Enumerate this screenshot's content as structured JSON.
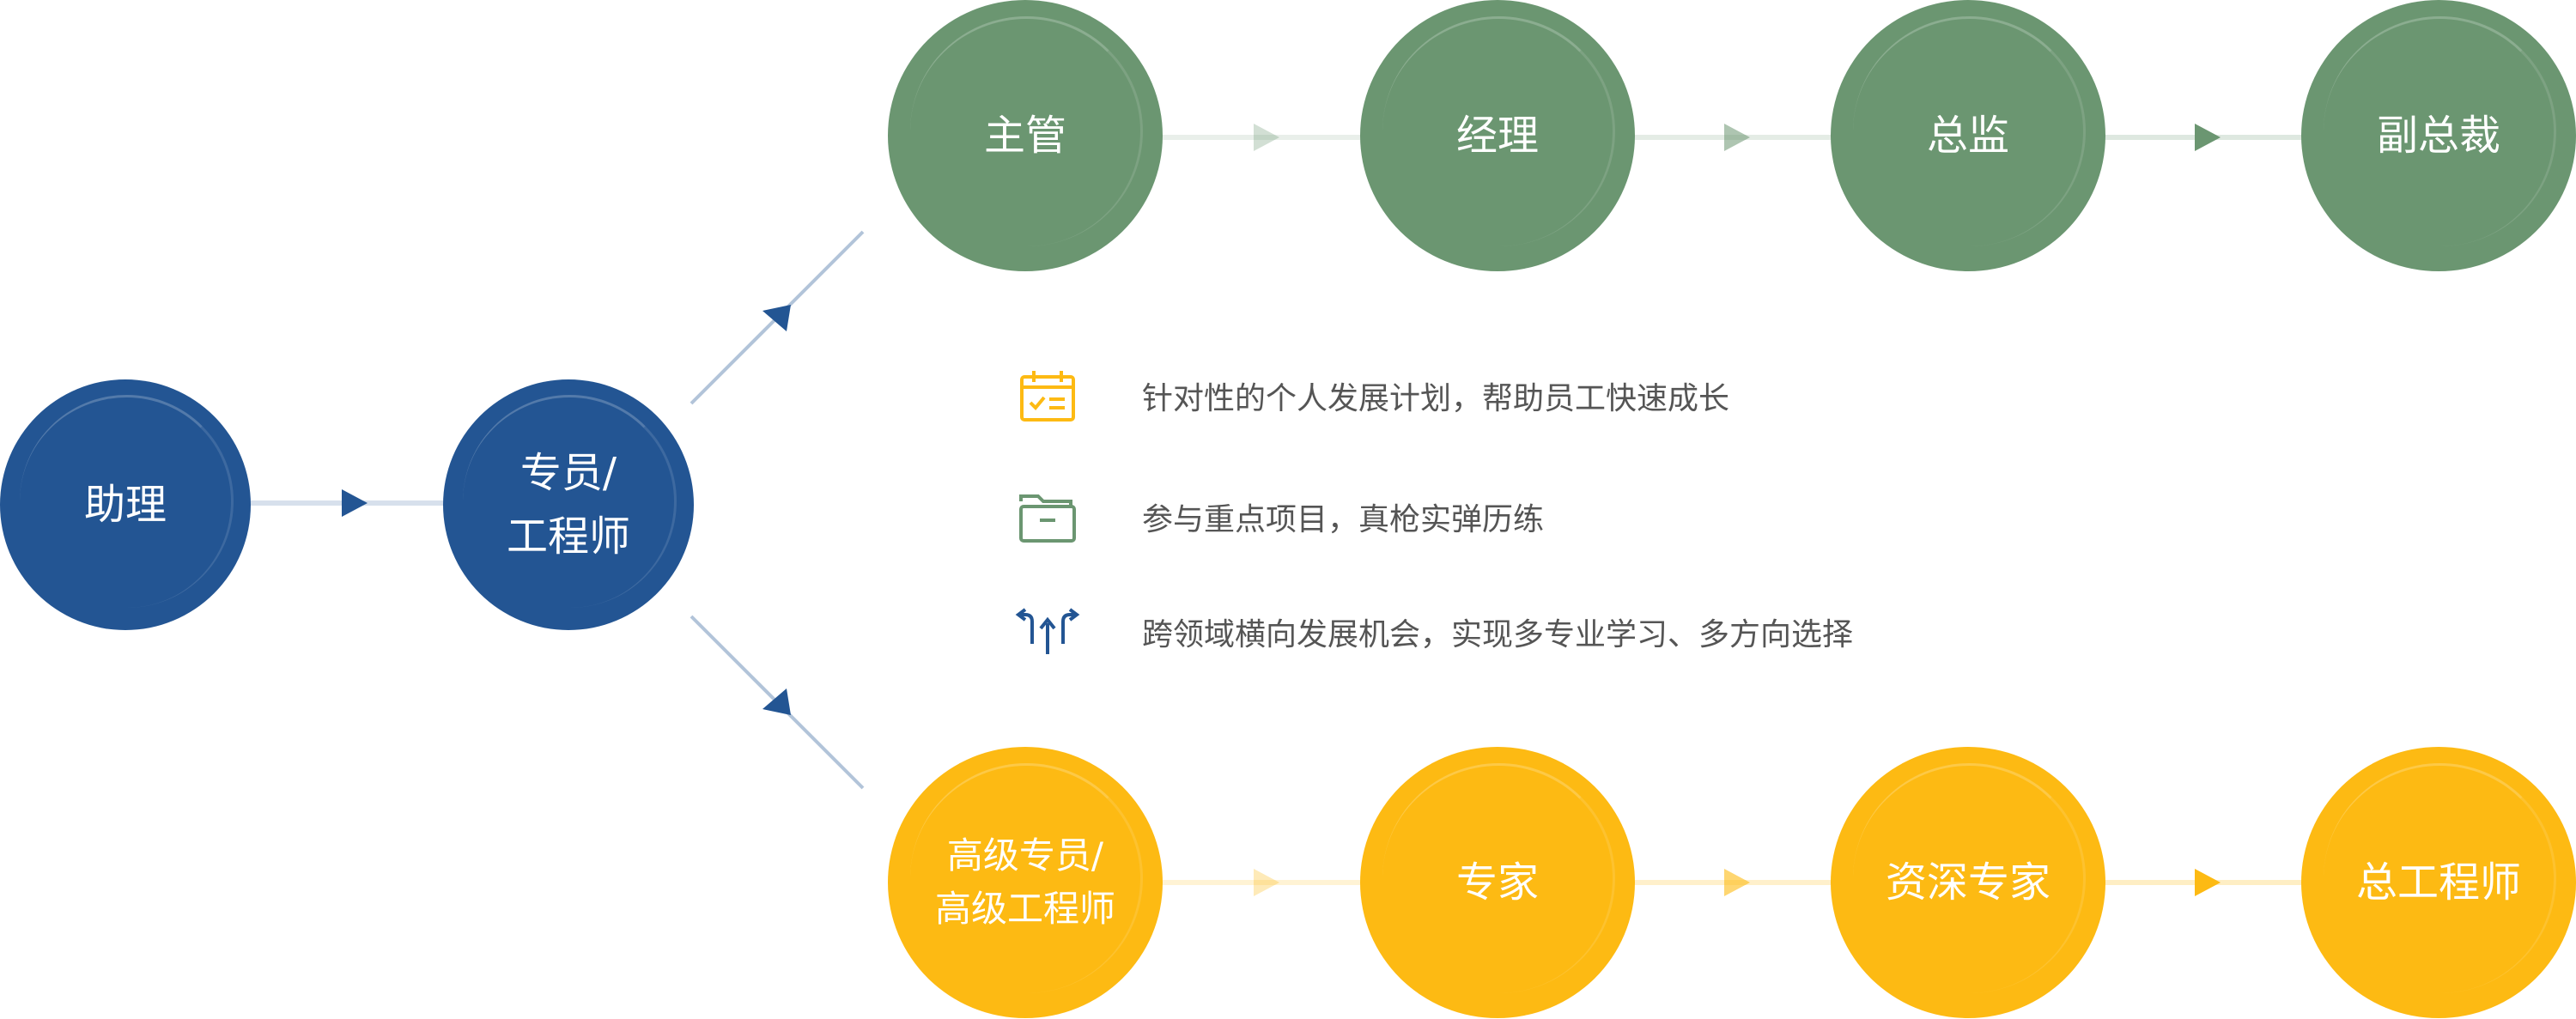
{
  "colors": {
    "blue": "#235593",
    "green": "#6B9671",
    "gold": "#FDBA13",
    "text": "#555555"
  },
  "start_nodes": [
    {
      "label": "助理"
    },
    {
      "label": "专员/\n工程师"
    }
  ],
  "management_track": [
    {
      "label": "主管"
    },
    {
      "label": "经理"
    },
    {
      "label": "总监"
    },
    {
      "label": "副总裁"
    }
  ],
  "expert_track": [
    {
      "label": "高级专员/\n高级工程师"
    },
    {
      "label": "专家"
    },
    {
      "label": "资深专家"
    },
    {
      "label": "总工程师"
    }
  ],
  "benefits": [
    {
      "text": "针对性的个人发展计划，帮助员工快速成长",
      "icon": "calendar-check-icon"
    },
    {
      "text": "参与重点项目，真枪实弹历练",
      "icon": "folder-icon"
    },
    {
      "text": "跨领域横向发展机会，实现多专业学习、多方向选择",
      "icon": "branching-arrows-icon"
    }
  ]
}
